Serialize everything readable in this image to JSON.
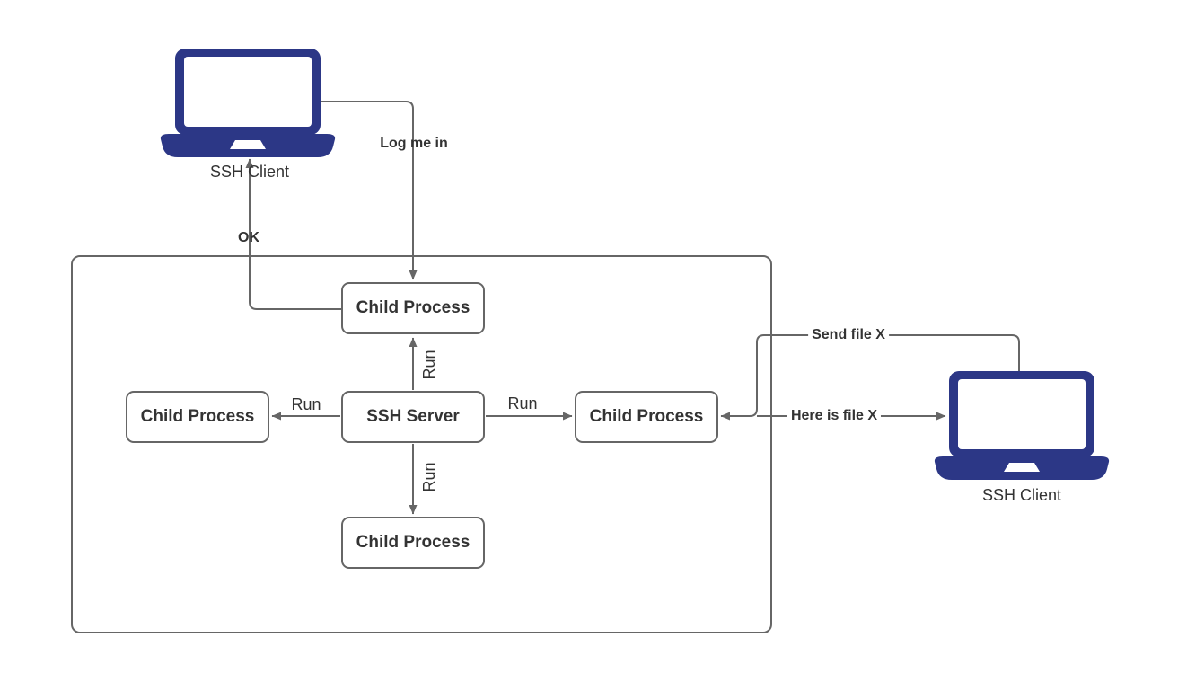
{
  "nodes": {
    "child_top": "Child Process",
    "child_left": "Child Process",
    "ssh_server": "SSH Server",
    "child_right": "Child Process",
    "child_bottom": "Child Process"
  },
  "clients": {
    "left_label": "SSH Client",
    "right_label": "SSH Client"
  },
  "edges": {
    "log_me_in": "Log me in",
    "ok": "OK",
    "run_up": "Run",
    "run_down": "Run",
    "run_left": "Run",
    "run_right": "Run",
    "send_file": "Send file X",
    "here_file": "Here is file X"
  },
  "colors": {
    "laptop_fill": "#2c3786",
    "connector": "#666666",
    "node_border": "#666666",
    "text": "#333333",
    "background": "#ffffff"
  }
}
